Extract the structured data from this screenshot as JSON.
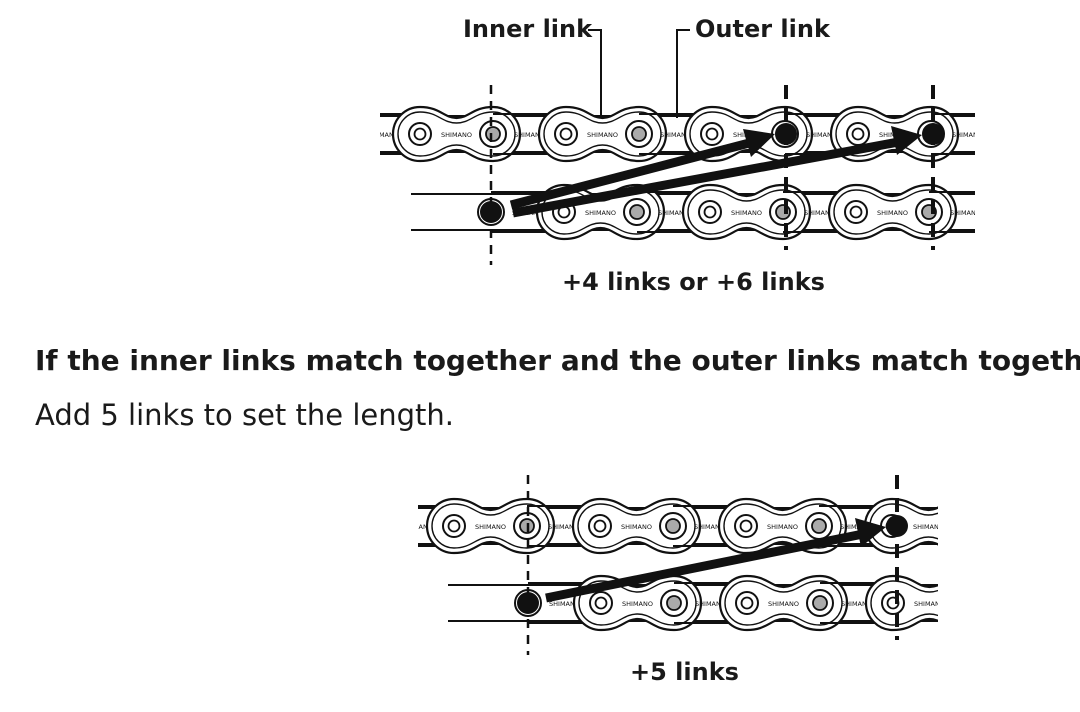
{
  "diagram1": {
    "inner_link_label": "Inner link",
    "outer_link_label": "Outer link",
    "caption": "+4 links or +6 links"
  },
  "section": {
    "heading": "If the inner links match together and the outer links match together",
    "body": "Add 5 links to set the length."
  },
  "diagram2": {
    "caption": "+5 links"
  },
  "plate_marking": "SHIMANO"
}
